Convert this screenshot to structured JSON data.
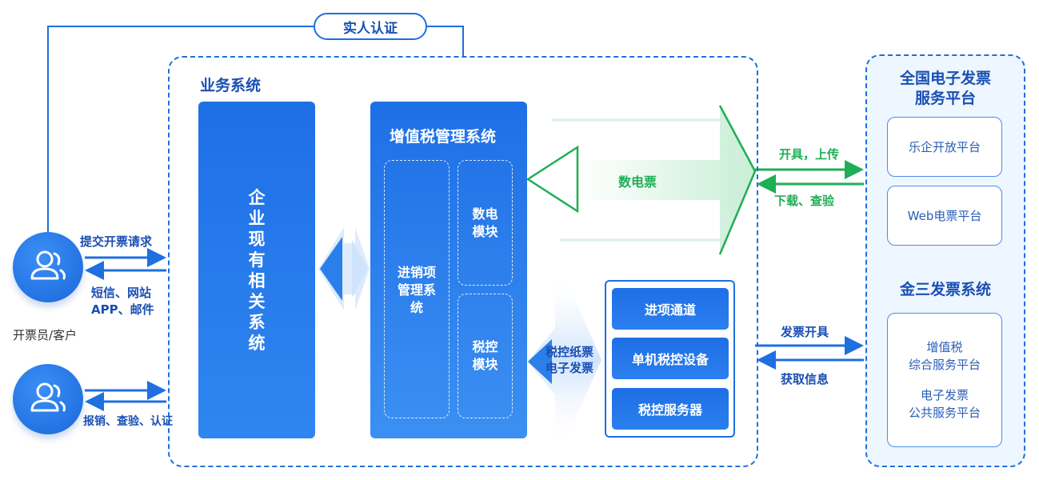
{
  "auth_label": "实人认证",
  "business_system": {
    "title": "业务系统",
    "enterprise_system": "企业现有相关系统",
    "vat_system": {
      "title": "增值税管理系统",
      "inout_module": [
        "进销项",
        "管理系",
        "统"
      ],
      "digital_module": [
        "数电",
        "模块"
      ],
      "taxctrl_module": [
        "税控",
        "模块"
      ]
    },
    "tax_devices": [
      "进项通道",
      "单机税控设备",
      "税控服务器"
    ]
  },
  "flows": {
    "digital_invoice": "数电票",
    "taxctrl_paper": [
      "税控纸票",
      "电子发票"
    ],
    "issue_upload": "开具，上传",
    "download_verify": "下载、查验",
    "invoice_issue": "发票开具",
    "get_info": "获取信息",
    "submit_request": "提交开票请求",
    "notify": [
      "短信、网站",
      "APP、邮件"
    ],
    "reimburse": "报销、查验、认证"
  },
  "users": {
    "operator_label": "开票员/客户"
  },
  "national_platform": {
    "title": [
      "全国电子发票",
      "服务平台"
    ],
    "items": [
      "乐企开放平台",
      "Web电票平台"
    ]
  },
  "golden_tax": {
    "title": "金三发票系统",
    "items": [
      [
        "增值税",
        "综合服务平台"
      ],
      [
        "电子发票",
        "公共服务平台"
      ]
    ]
  },
  "colors": {
    "primary": "#1e6fe0",
    "green": "#1fae55",
    "dark_text": "#1a4fb3"
  }
}
